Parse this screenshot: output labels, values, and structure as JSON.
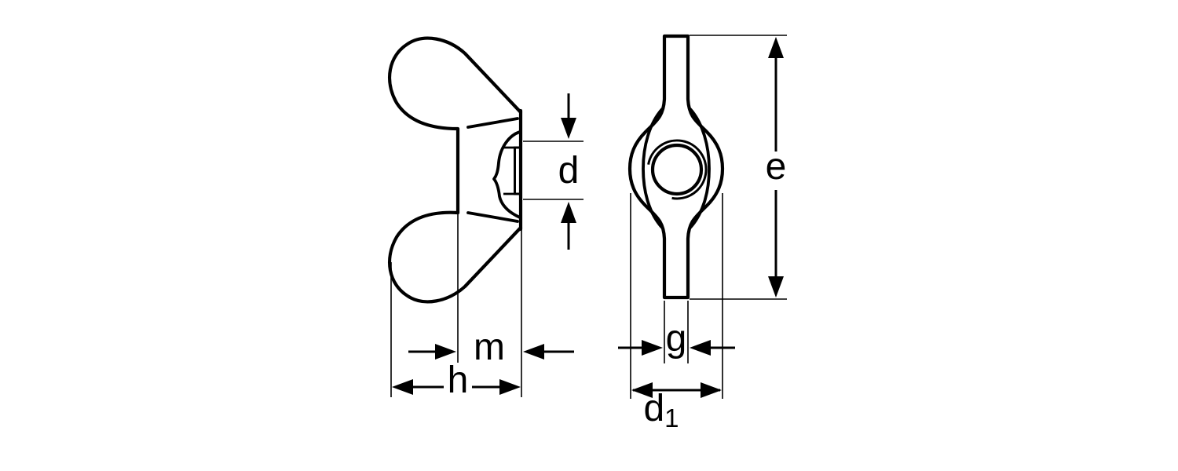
{
  "drawing": {
    "background": "#ffffff",
    "line_color": "#000000",
    "views": [
      {
        "id": "side-view",
        "dimension_labels_shown": [
          "d",
          "m",
          "h"
        ]
      },
      {
        "id": "front-view",
        "dimension_labels_shown": [
          "e",
          "g",
          "d1"
        ]
      }
    ],
    "labels": {
      "d": "d",
      "m": "m",
      "h": "h",
      "e": "e",
      "g": "g",
      "d1_base": "d",
      "d1_sub": "1"
    }
  }
}
